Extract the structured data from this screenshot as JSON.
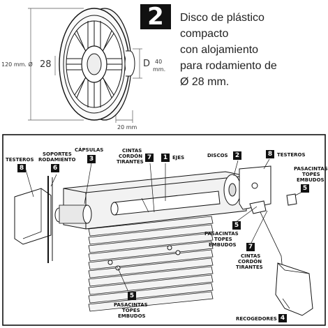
{
  "panel_number": "2",
  "description_lines": [
    "Disco de plástico",
    "compacto",
    "con alojamiento",
    "para rodamiento de",
    "Ø 28 mm."
  ],
  "dimensions": {
    "outer_diameter": "120 mm. Ø",
    "bearing": "28",
    "depth_letter": "D",
    "depth_value": "40",
    "depth_unit": "mm.",
    "width": "20 mm"
  },
  "labels": {
    "testeros_left": "TESTEROS",
    "testeros_left_num": "8",
    "soportes": "SOPORTES",
    "rodamiento": "RODAMIENTO",
    "soportes_num": "6",
    "capsulas": "CÁPSULAS",
    "capsulas_num": "3",
    "cintas_cordon_line1": "CINTAS",
    "cintas_cordon_line2": "CORDÓN",
    "cintas_cordon_line3": "TIRANTES",
    "cintas_num": "7",
    "ejes": "EJES",
    "ejes_num": "1",
    "discos": "DISCOS",
    "discos_num": "2",
    "testeros_right": "TESTEROS",
    "testeros_right_num": "8",
    "pasacintas_right_1": "PASACINTAS",
    "pasacintas_right_2": "TOPES",
    "pasacintas_right_3": "EMBUDOS",
    "pasacintas_right_num": "5",
    "pasacintas_mid_num": "5",
    "pasacintas_mid_1": "PASACINTAS",
    "pasacintas_mid_2": "TOPES",
    "pasacintas_mid_3": "EMBUDOS",
    "cintas_right_num": "7",
    "cintas_right_1": "CINTAS",
    "cintas_right_2": "CORDÓN",
    "cintas_right_3": "TIRANTES",
    "pasacintas_bottom_num": "5",
    "pasacintas_bottom_1": "PASACINTAS",
    "pasacintas_bottom_2": "TOPES",
    "pasacintas_bottom_3": "EMBUDOS",
    "recogedores": "RECOGEDORES",
    "recogedores_num": "4"
  }
}
